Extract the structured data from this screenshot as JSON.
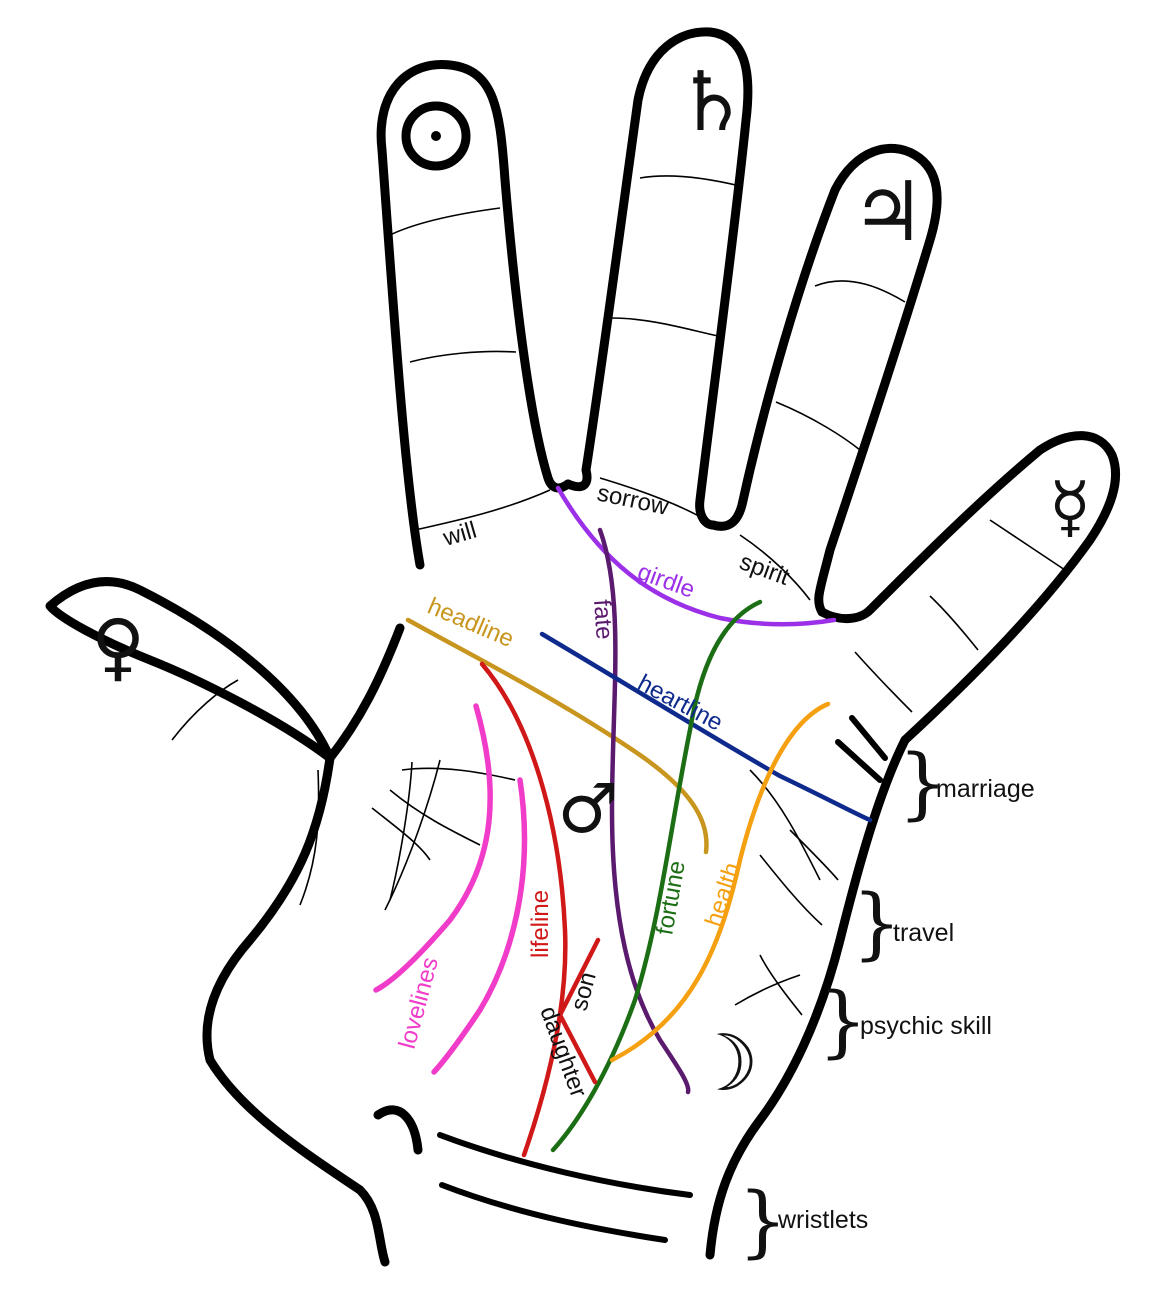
{
  "symbols": {
    "sun": "☉",
    "saturn": "♄",
    "jupiter": "♃",
    "mercury": "☿",
    "venus": "♀",
    "mars": "♂",
    "moon": "☽"
  },
  "labels": {
    "will": "will",
    "sorrow": "sorrow",
    "spirit": "spirit",
    "girdle": "girdle",
    "headline": "headline",
    "fate": "fate",
    "heartline": "heartline",
    "fortune": "fortune",
    "health": "health",
    "lifeline": "lifeline",
    "lovelines": "lovelines",
    "son": "son",
    "daughter": "daughter"
  },
  "side_labels": {
    "marriage": "marriage",
    "travel": "travel",
    "psychic_skill": "psychic skill",
    "wristlets": "wristlets",
    "brace": "}"
  },
  "colors": {
    "outline": "#000000",
    "girdle": "#9b30e8",
    "headline": "#c8961e",
    "fate": "#5a1a6e",
    "heartline": "#0e2a8c",
    "fortune": "#1c6e14",
    "health": "#f5a010",
    "lifeline": "#d01818",
    "lovelines": "#f03cc8"
  }
}
